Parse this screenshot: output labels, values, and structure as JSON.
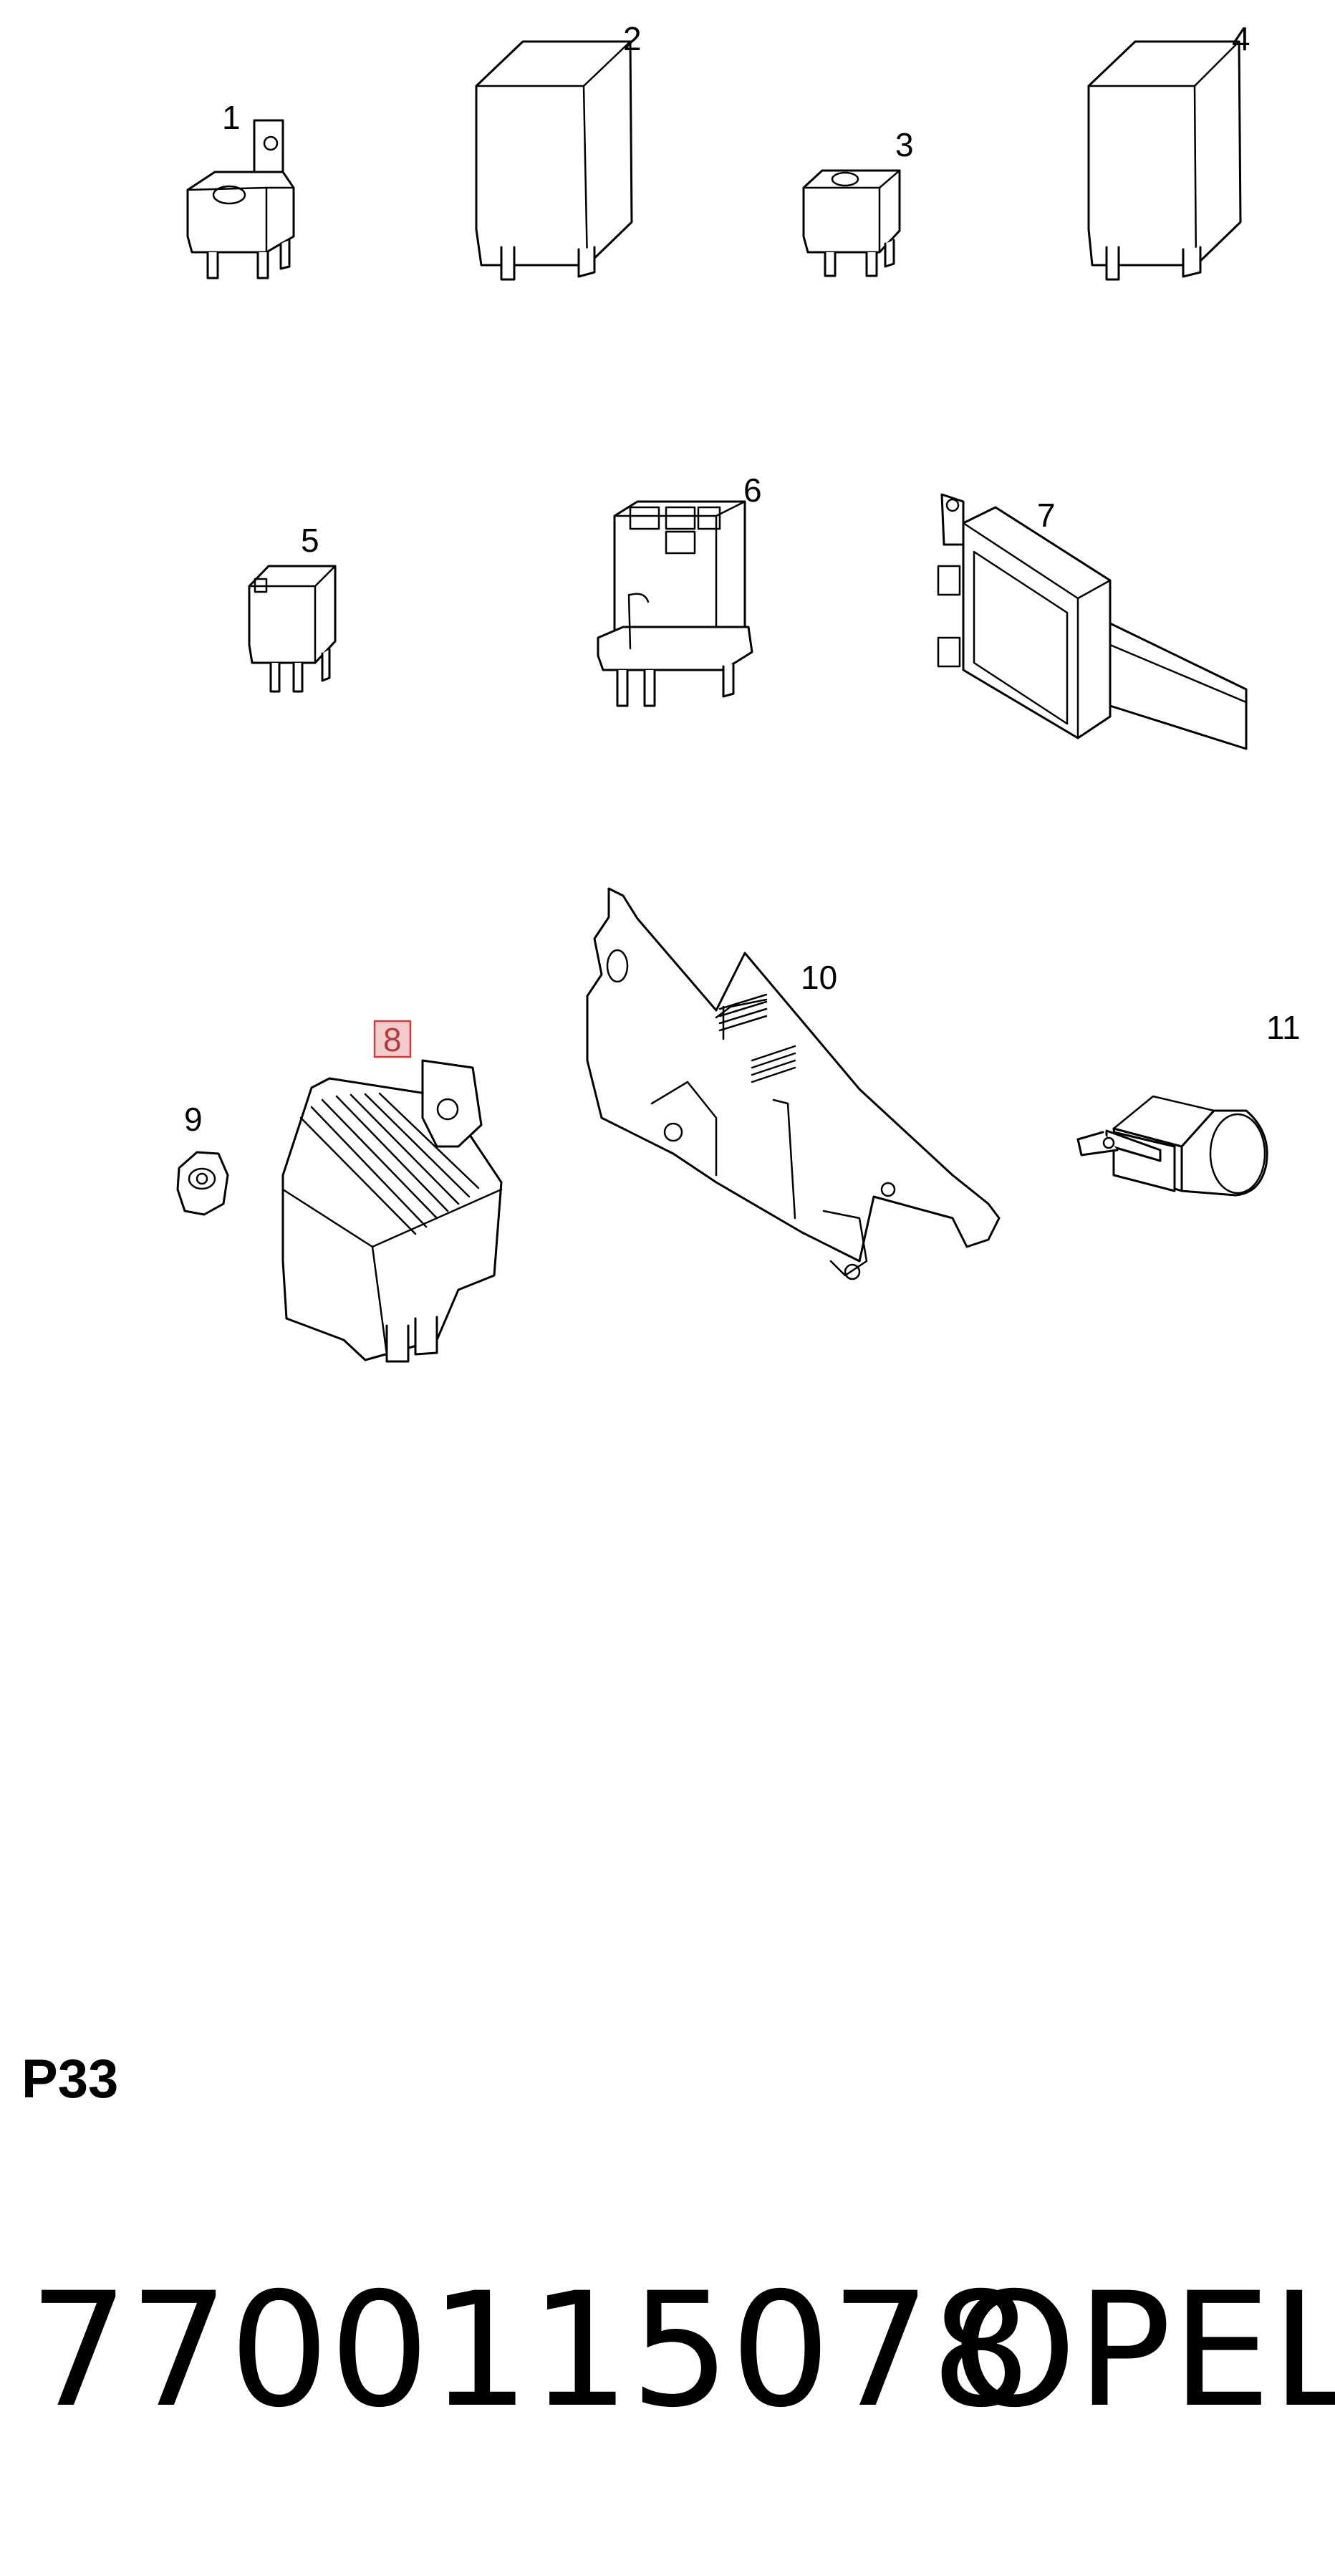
{
  "diagram": {
    "callouts": [
      {
        "id": "1",
        "label": "1",
        "highlighted": false
      },
      {
        "id": "2",
        "label": "2",
        "highlighted": false
      },
      {
        "id": "3",
        "label": "3",
        "highlighted": false
      },
      {
        "id": "4",
        "label": "4",
        "highlighted": false
      },
      {
        "id": "5",
        "label": "5",
        "highlighted": false
      },
      {
        "id": "6",
        "label": "6",
        "highlighted": false
      },
      {
        "id": "7",
        "label": "7",
        "highlighted": false
      },
      {
        "id": "8",
        "label": "8",
        "highlighted": true
      },
      {
        "id": "9",
        "label": "9",
        "highlighted": false
      },
      {
        "id": "10",
        "label": "10",
        "highlighted": false
      },
      {
        "id": "11",
        "label": "11",
        "highlighted": false
      }
    ],
    "highlight_color": "#e8a0a0",
    "page_code": "P33"
  },
  "footer": {
    "part_number": "7700115078",
    "brand": "OPEL"
  }
}
